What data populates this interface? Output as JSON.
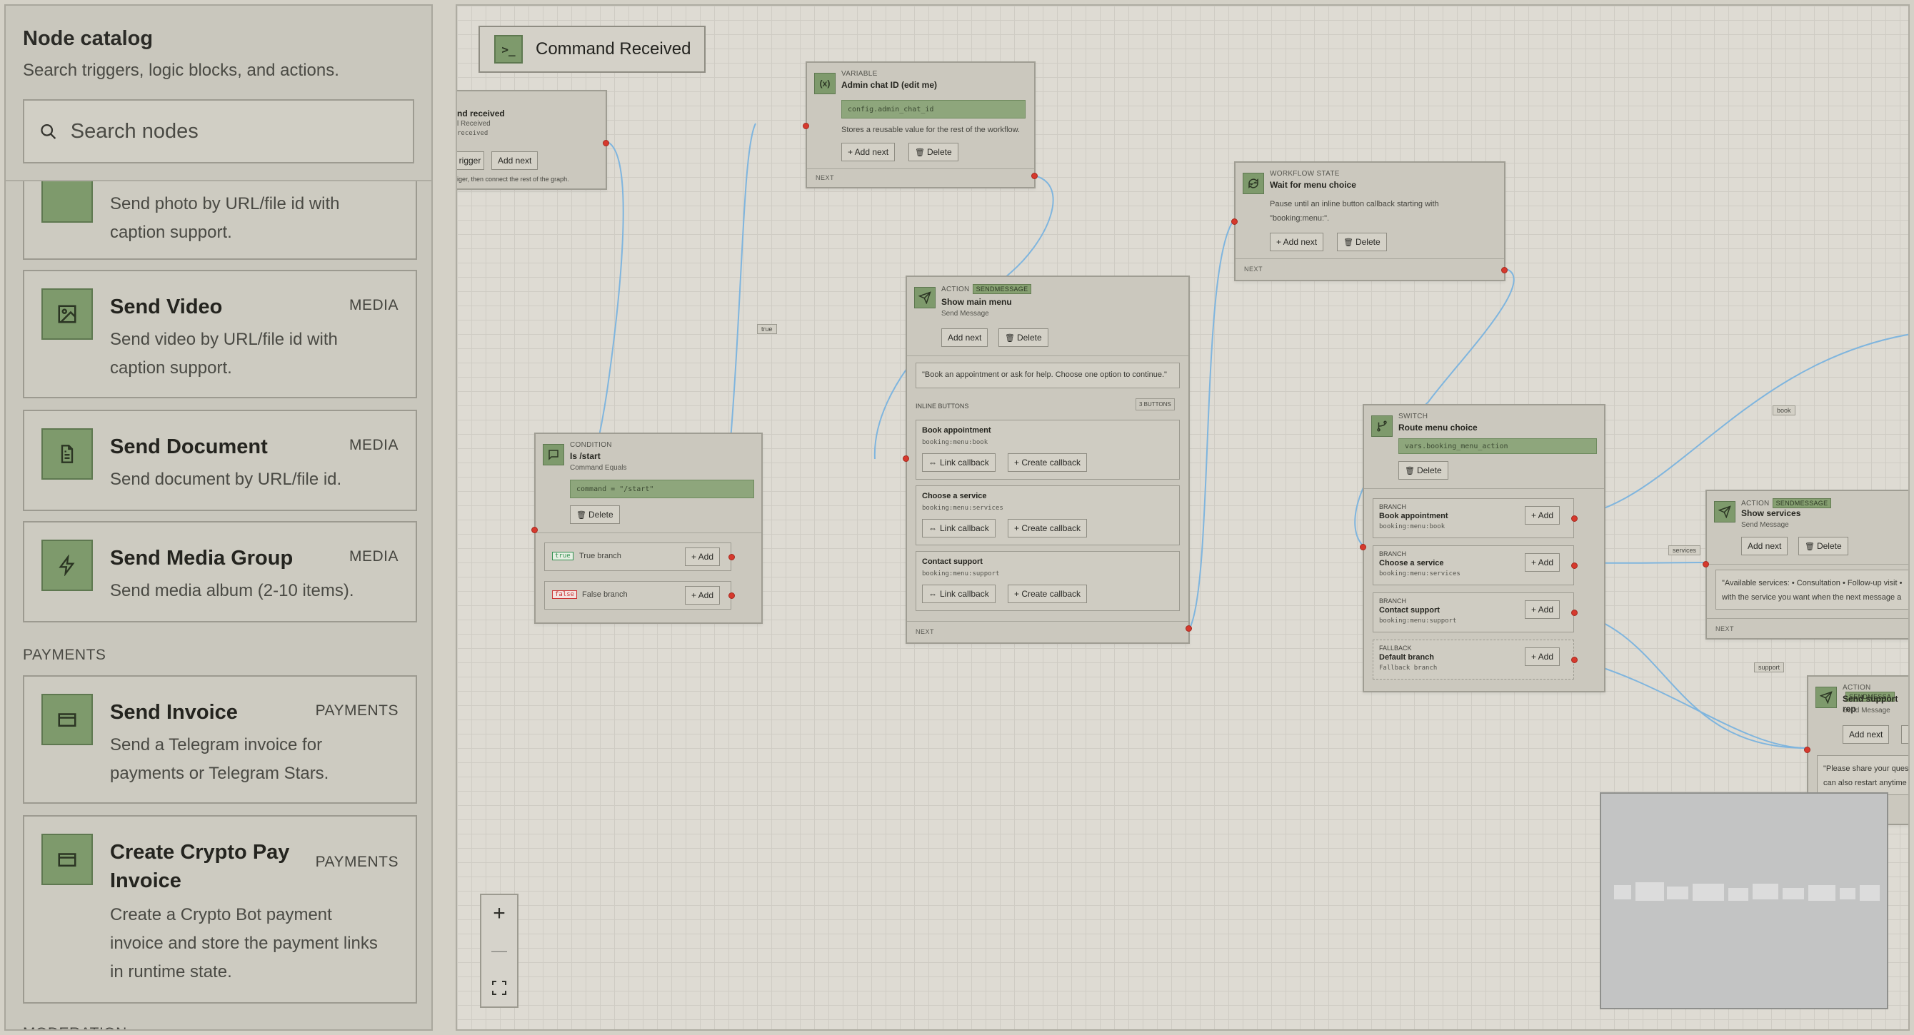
{
  "sidebar": {
    "title": "Node catalog",
    "subtitle": "Search triggers, logic blocks, and actions.",
    "search_placeholder": "Search nodes",
    "cards": [
      {
        "title": "",
        "tag": "",
        "desc1": "Send photo by URL/file id with",
        "desc2": "caption support.",
        "icon": "image-icon"
      },
      {
        "title": "Send Video",
        "tag": "MEDIA",
        "desc1": "Send video by URL/file id with",
        "desc2": "caption support.",
        "icon": "image-icon"
      },
      {
        "title": "Send Document",
        "tag": "MEDIA",
        "desc1": "Send document by URL/file id.",
        "desc2": "",
        "icon": "document-icon"
      },
      {
        "title": "Send Media Group",
        "tag": "MEDIA",
        "desc1": "Send media album (2-10 items).",
        "desc2": "",
        "icon": "lightning-icon"
      },
      {
        "title": "Send Invoice",
        "tag": "PAYMENTS",
        "desc1": "Send a Telegram invoice for",
        "desc2": "payments or Telegram Stars.",
        "icon": "card-icon"
      },
      {
        "title1": "Create Crypto Pay",
        "title2": "Invoice",
        "tag": "PAYMENTS",
        "desc1": "Create a Crypto Bot payment",
        "desc2": "invoice and store the payment links",
        "desc3": "in runtime state.",
        "icon": "card-icon"
      }
    ],
    "section_payments": "PAYMENTS",
    "section_moderation": "MODERATION"
  },
  "canvas": {
    "top_trigger": "Command Received",
    "trigger_node": {
      "title": "nd received",
      "sub": "l Received",
      "sub2": "received",
      "btn1": "rigger",
      "btn2": "Add next",
      "note": "iger, then connect the rest of the graph."
    },
    "variable_node": {
      "kind": "VARIABLE",
      "title": "Admin chat ID (edit me)",
      "code": "config.admin_chat_id",
      "note": "Stores a reusable value for the rest of the workflow.",
      "add": "+ Add next",
      "delete": "Delete",
      "next": "NEXT"
    },
    "condition_node": {
      "kind": "CONDITION",
      "title": "Is /start",
      "sub": "Command Equals",
      "code": "command = \"/start\"",
      "delete": "Delete",
      "true_tag": "true",
      "true_label": "True branch",
      "false_tag": "false",
      "false_label": "False branch",
      "add": "+ Add"
    },
    "menu_node": {
      "kind": "ACTION",
      "badge": "SENDMESSAGE",
      "title": "Show main menu",
      "sub": "Send Message",
      "add": "Add next",
      "delete": "Delete",
      "message": "\"Book an appointment or ask for help. Choose one option to continue.\"",
      "inline_label": "INLINE BUTTONS",
      "count": "3 BUTTONS",
      "next": "NEXT",
      "buttons": [
        {
          "title": "Book appointment",
          "code": "booking:menu:book"
        },
        {
          "title": "Choose a service",
          "code": "booking:menu:services"
        },
        {
          "title": "Contact support",
          "code": "booking:menu:support"
        }
      ],
      "link": "Link callback",
      "create": "+ Create callback"
    },
    "wait_node": {
      "kind": "WORKFLOW STATE",
      "title": "Wait for menu choice",
      "note1": "Pause until an inline button callback starting with",
      "note2": "\"booking:menu:\".",
      "add": "+ Add next",
      "delete": "Delete",
      "next": "NEXT"
    },
    "switch_node": {
      "kind": "SWITCH",
      "title": "Route menu choice",
      "code": "vars.booking_menu_action",
      "delete": "Delete",
      "add": "+ Add",
      "branches": [
        {
          "kind": "BRANCH",
          "title": "Book appointment",
          "code": "booking:menu:book"
        },
        {
          "kind": "BRANCH",
          "title": "Choose a service",
          "code": "booking:menu:services"
        },
        {
          "kind": "BRANCH",
          "title": "Contact support",
          "code": "booking:menu:support"
        },
        {
          "kind": "FALLBACK",
          "title": "Default branch",
          "code": "Fallback branch"
        }
      ]
    },
    "services_node": {
      "kind": "ACTION",
      "badge": "SENDMESSAGE",
      "title": "Show services",
      "sub": "Send Message",
      "add": "Add next",
      "delete": "Delete",
      "msg1": "\"Available services: • Consultation • Follow-up visit •",
      "msg2": "with the service you want when the next message a",
      "next": "NEXT"
    },
    "support_node": {
      "kind": "ACTION",
      "badge": "SENDMESSA",
      "title": "Send support rep",
      "sub": "Send Message",
      "add": "Add next",
      "msg1": "\"Please share your quest",
      "msg2": "can also restart anytime"
    },
    "edge_labels": {
      "true": "true",
      "book": "book",
      "services": "services",
      "support": "support"
    },
    "zoom": {
      "in": "+",
      "out": "—"
    }
  }
}
